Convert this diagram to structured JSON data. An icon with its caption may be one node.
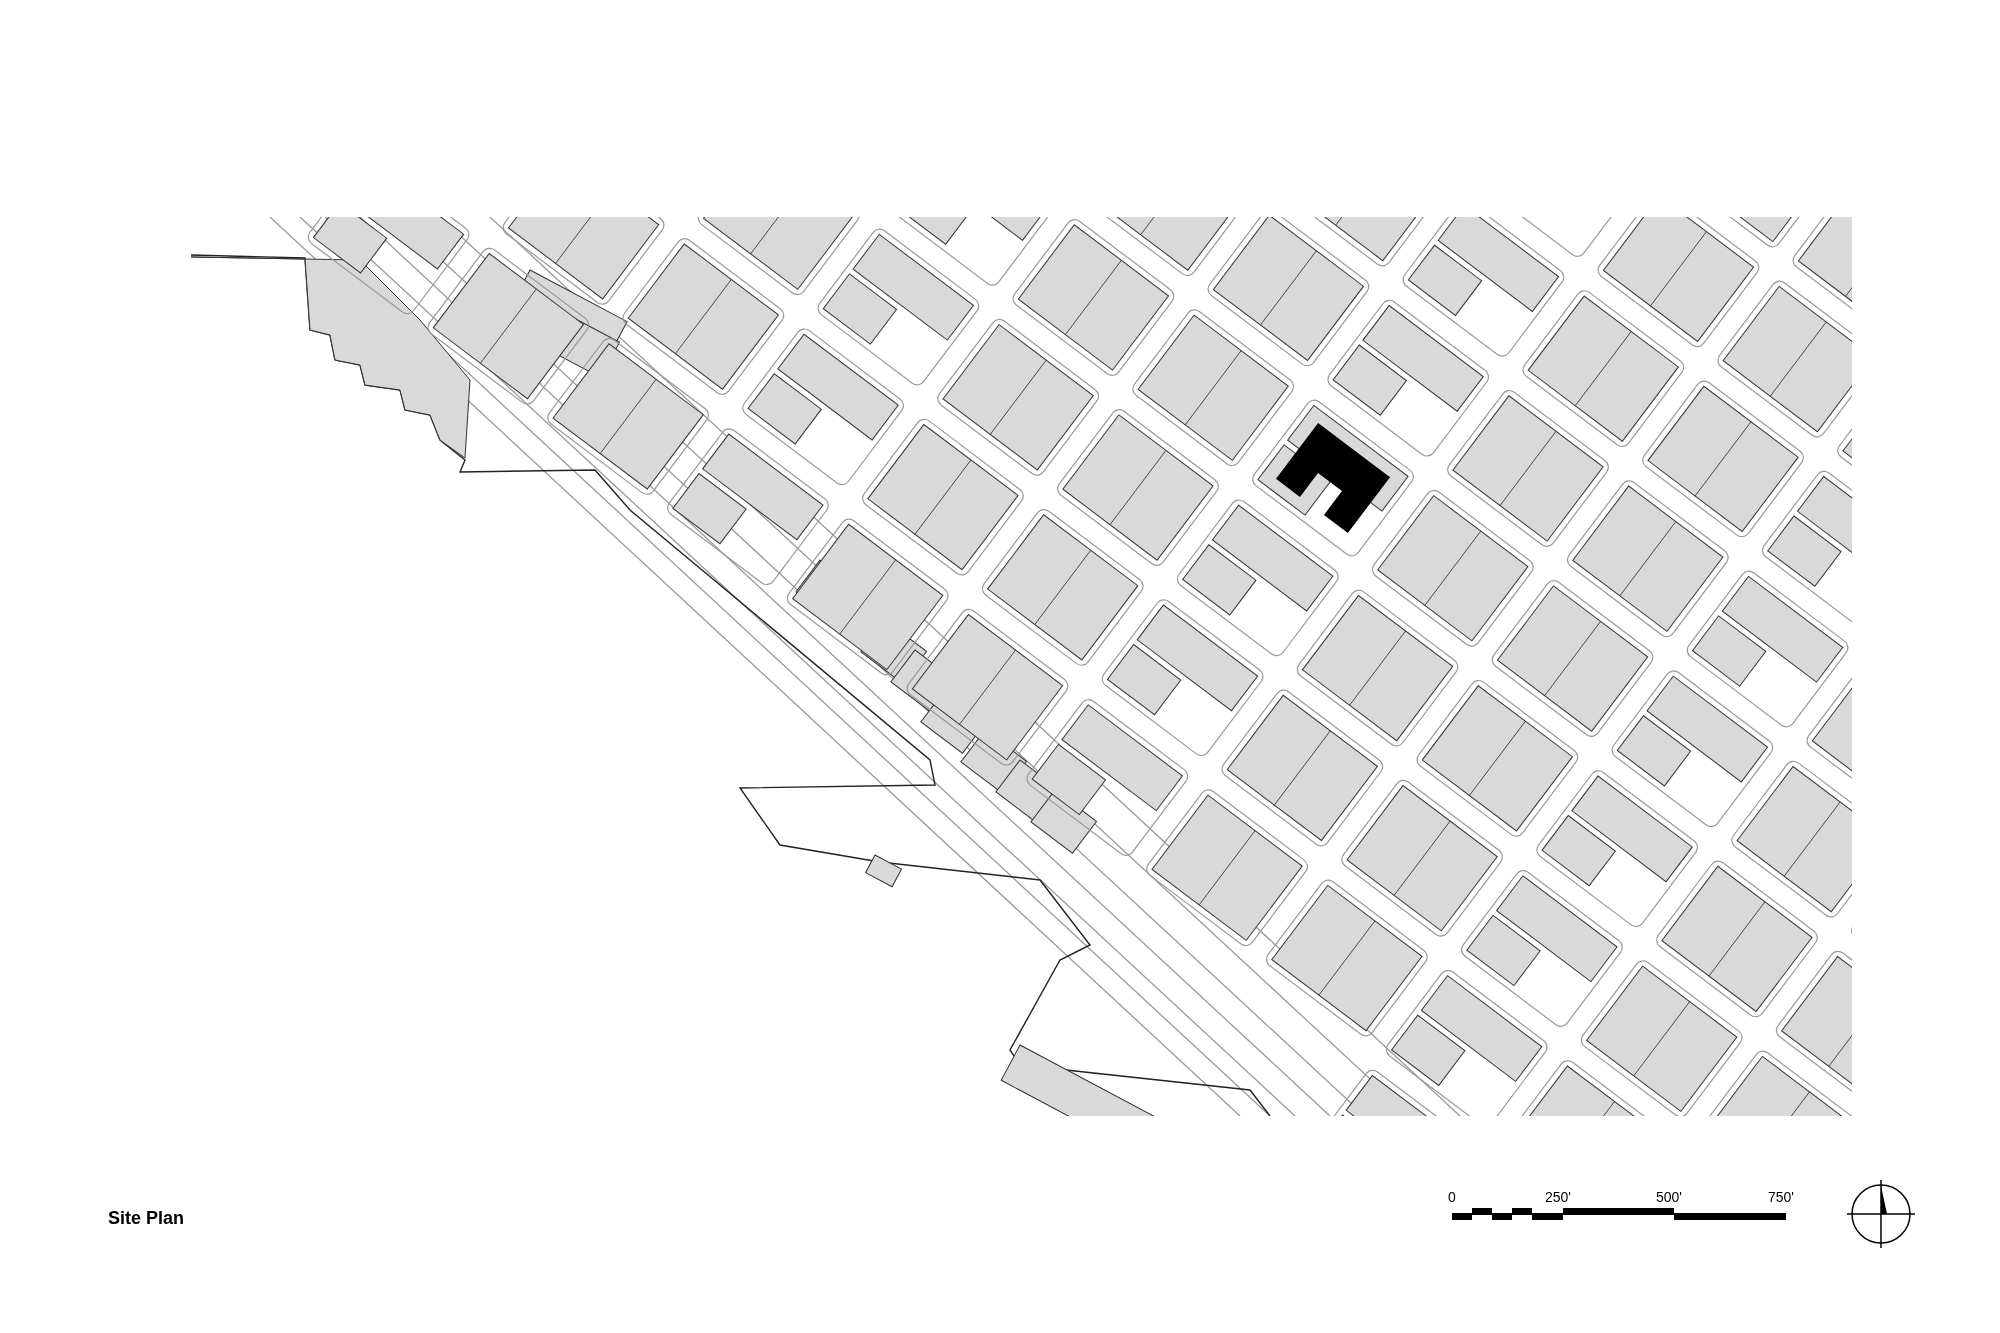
{
  "diagram": {
    "title": "Site Plan",
    "labels": [
      "0",
      "250'",
      "500'",
      "750'"
    ]
  }
}
